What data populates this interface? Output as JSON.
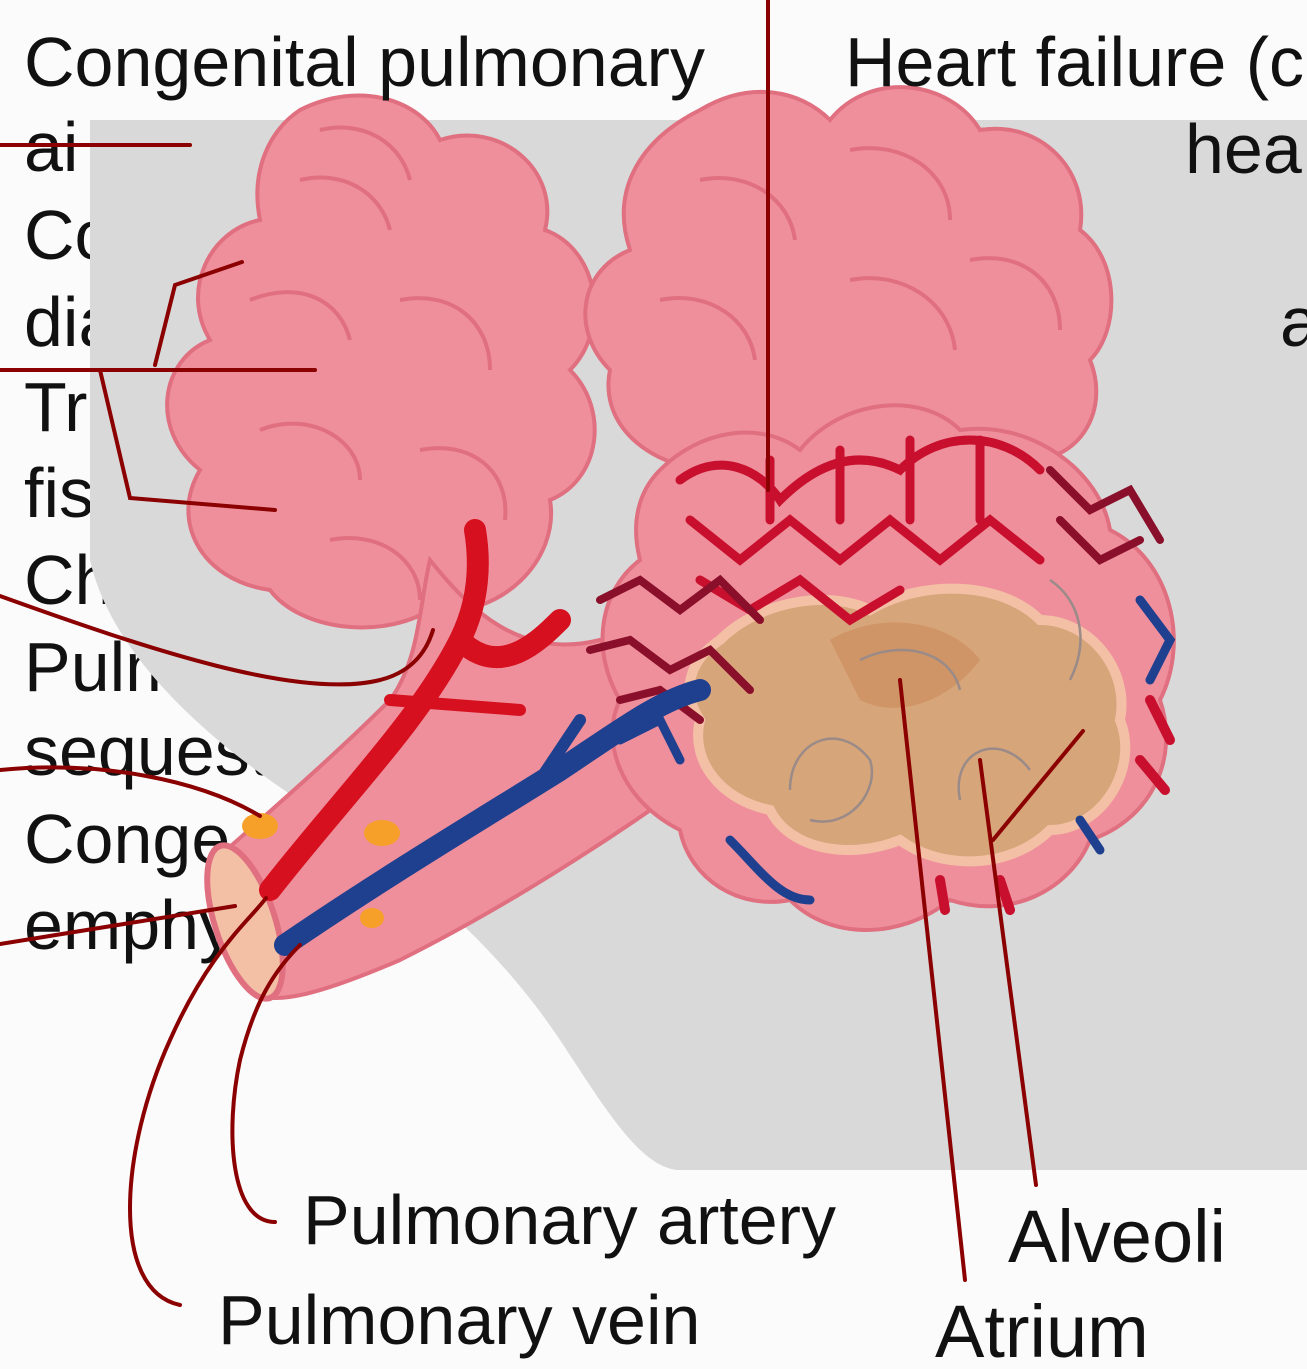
{
  "labels": {
    "left_column": [
      "Congenital pulmonary",
      "ai",
      "Co",
      "dia",
      "Tr",
      "fis",
      "Cho",
      "Pulmo",
      "sequestra",
      "Conge",
      "emphy   ma"
    ],
    "top_right": [
      "Heart failure (c",
      "hea",
      "a"
    ],
    "pulmonary_artery": "Pulmonary artery",
    "pulmonary_vein": "Pulmonary vein",
    "alveoli": "Alveoli",
    "atrium": "Atrium"
  },
  "colors": {
    "lung_pink": "#ef8f9c",
    "lung_outline": "#e06f80",
    "artery_red": "#d6101e",
    "vein_blue": "#1f3f8f",
    "capillary_dark": "#8a0f2a",
    "alveolus_tan": "#d7a57a",
    "leader_line": "#8b0000",
    "shadow_gray": "#d8d8d8"
  }
}
